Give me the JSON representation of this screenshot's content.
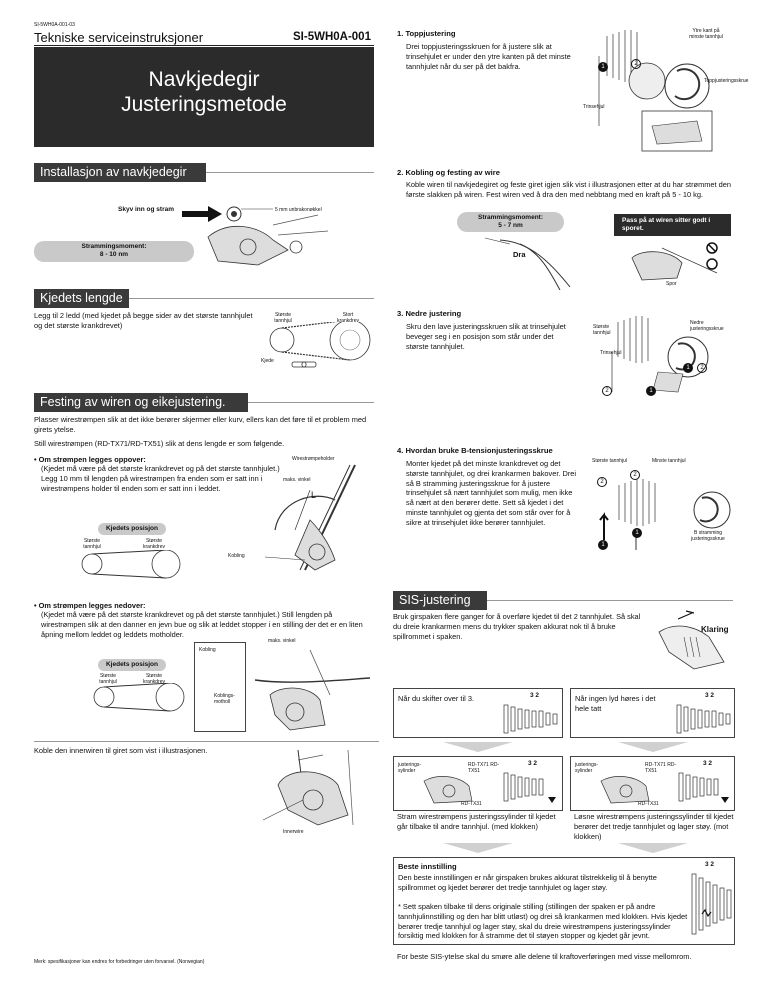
{
  "header": {
    "doc_code": "SI-5WH0A-001-03",
    "doc_title": "Tekniske serviceinstruksjoner",
    "doc_id": "SI-5WH0A-001"
  },
  "title_block": {
    "line1": "Navkjedegir",
    "line2": "Justeringsmetode"
  },
  "install": {
    "heading": "Installasjon av navkjedegir",
    "push_label": "Skyv inn og stram",
    "hex_label": "5 mm unbrakonøkkel",
    "torque_label": "Strammingsmoment:",
    "torque_value": "8 - 10 nm"
  },
  "chain_length": {
    "heading": "Kjedets lengde",
    "text": "Legg til 2 ledd (med kjedet på begge sider av det største tannhjulet og det største krankdrevet)",
    "largest_sprocket": "Største tannhjul",
    "large_crank": "Stort krankdrev",
    "chain": "Kjede"
  },
  "wire_fix": {
    "heading": "Festing av wiren og eikejustering.",
    "p1": "Plasser wirestrømpen slik at det ikke berører skjermer eller kurv, ellers kan det føre til et problem med girets ytelse.",
    "p2": "Still wirestrømpen (RD-TX71/RD-TX51) slik at dens lengde er som følgende.",
    "up_bullet": "Om strømpen legges oppover:",
    "up_text": "(Kjedet må være på det største krankdrevet og på det største tannhjulet.) Legg 10 mm til lengden på wirestrømpen fra enden som er satt inn i wirestrømpens holder til enden som er satt inn i leddet.",
    "holder": "Wirestrømpeholder",
    "max_angle": "maks. vinkel",
    "L": "L",
    "chain_pos": "Kjedets posisjon",
    "largest_sprocket": "Største tannhjul",
    "largest_crank": "Største krankdrev",
    "coupling": "Kobling",
    "down_bullet": "Om strømpen legges nedover:",
    "down_text": "(Kjedet må være på det største krankdrevet og på det største tannhjulet.) Still lengden på wirestrømpen slik at den danner en jevn bue og slik at leddet stopper i en stilling der det er en liten åpning mellom leddet og leddets motholder.",
    "coupling_stop": "Koblings-motholl",
    "inner_text": "Koble den innerwiren til giret som vist i illustrasjonen.",
    "inner_wire": "Innerwire"
  },
  "footer_left": "Merk: spesifikasjoner kan endres for forbedringer uten forvarsel. (Norwegian)",
  "top_adj": {
    "heading": "1. Toppjustering",
    "text": "Drei toppjusteringsskruen for å justere slik at trinsehjulet er under den ytre kanten på det minste tannhjulet når du ser på det bakfra.",
    "outer_edge": "Ytre kant på minste tannhjul",
    "top_screw": "Toppjusteringsskrue",
    "pulley": "Trinsehjul"
  },
  "cable": {
    "heading": "2. Kobling og festing av wire",
    "text": "Koble wiren til navkjedegiret og feste giret igjen slik vist i illustrasjonen etter at du har strømmet den første slakken på wiren. Fest wiren ved å dra den med nebbtang med en kraft på 5 - 10 kg.",
    "torque_label": "Strammingsmoment:",
    "torque_value": "5 - 7 nm",
    "pull": "Dra",
    "groove_note": "Pass på at wiren sitter godt i sporet.",
    "groove": "Spor"
  },
  "low_adj": {
    "heading": "3. Nedre justering",
    "text": "Skru den lave justeringsskruen slik at trinsehjulet beveger seg i en posisjon som står under det største tannhjulet.",
    "largest": "Største tannhjul",
    "low_screw": "Nedre justeringsskrue",
    "pulley": "Trinsehjul"
  },
  "btension": {
    "heading": "4. Hvordan bruke B-tensionjusteringsskrue",
    "text": "Monter kjedet på det minste krankdrevet og det største tannhjulet, og drei krankarmen bakover. Drei så B stramming justeringsskrue for å justere trinsehjulet så nært tannhjulet som mulig, men ikke så nært at den berører dette. Sett så kjedet i det minste tannhjulet og gjenta det som står over for å sikre at trinsehjulet ikke berører tannhjulet.",
    "largest": "Største tannhjul",
    "smallest": "Minste tannhjul",
    "b_screw": "B stramming justeringsskrue"
  },
  "sis": {
    "heading": "SIS-justering",
    "text": "Bruk girspaken flere ganger for å overføre kjedet til det 2 tannhjulet. Så skal du dreie krankarmen mens du trykker spaken akkurat nok til å bruke spillrommet i spaken.",
    "clearance": "Klaring",
    "case_a": "Når du skifter over til 3.",
    "case_b": "Når ingen lyd høres i det hele tatt",
    "gears": "3 2",
    "adj_cyl": "justerings-sylinder",
    "models": "RD-TX71 RD-TX51",
    "model3": "RD-TX31",
    "result_a": "Stram wirestrømpens justeringssylinder til kjedet går tilbake til andre tannhjul. (med klokken)",
    "result_b": "Løsne wirestrømpens justeringssylinder til kjedet berører det tredje tannhjulet og lager støy. (mot klokken)",
    "best_head": "Beste innstilling",
    "best_text": "Den beste innstillingen er når girspaken brukes akkurat tilstrekkelig til å benytte spillrommet og kjedet berører det tredje tannhjulet og lager støy.",
    "best_note": "* Sett spaken tilbake til dens originale stilling (stillingen der spaken er på andre tannhjulinnstilling og den har blitt utløst) og drei så krankarmen med klokken. Hvis kjedet berører tredje tannhjul og lager støy, skal du dreie wirestrømpens justeringssylinder forsiktig med klokken for å stramme det til støyen stopper og kjedet går jevnt."
  },
  "footer_right": "For beste SIS-ytelse skal du smøre alle delene til kraftoverføringen med visse mellomrom."
}
